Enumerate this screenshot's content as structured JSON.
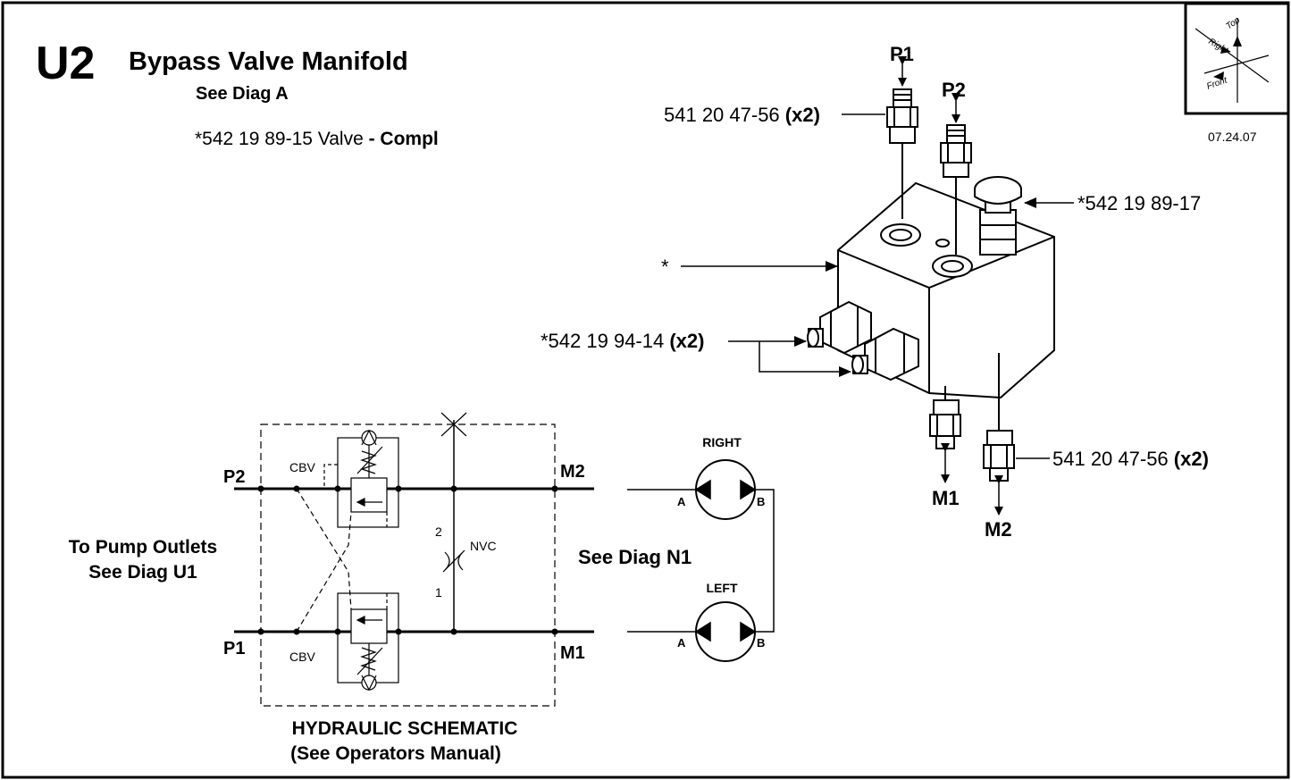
{
  "header": {
    "code": "U2",
    "title": "Bypass Valve Manifold",
    "see_diag": "See Diag A",
    "valve_number": "*542 19 89-15 Valve",
    "valve_suffix": "- Compl",
    "date": "07.24.07"
  },
  "compass": {
    "top": "Top",
    "right": "Right",
    "front": "Front"
  },
  "parts": {
    "fitting_top_num": "541 20 47-56",
    "fitting_top_qty": "(x2)",
    "fitting_bottom_num": "541 20 47-56",
    "fitting_bottom_qty": "(x2)",
    "cap": "*542 19 89-17",
    "manifold": "*",
    "side_num": "*542 19 94-14",
    "side_qty": "(x2)"
  },
  "ports": {
    "p1": "P1",
    "p2": "P2",
    "m1": "M1",
    "m2": "M2"
  },
  "schematic": {
    "p2": "P2",
    "p1": "P1",
    "m2": "M2",
    "m1": "M1",
    "cbv_top": "CBV",
    "cbv_bottom": "CBV",
    "nvc": "NVC",
    "n2": "2",
    "n1": "1",
    "pump_line1": "To Pump Outlets",
    "pump_line2": "See Diag U1",
    "title1": "HYDRAULIC SCHEMATIC",
    "title2": "(See Operators Manual)"
  },
  "motors": {
    "right": "RIGHT",
    "left": "LEFT",
    "a_top": "A",
    "b_top": "B",
    "a_bottom": "A",
    "b_bottom": "B",
    "see_diag": "See Diag N1"
  }
}
